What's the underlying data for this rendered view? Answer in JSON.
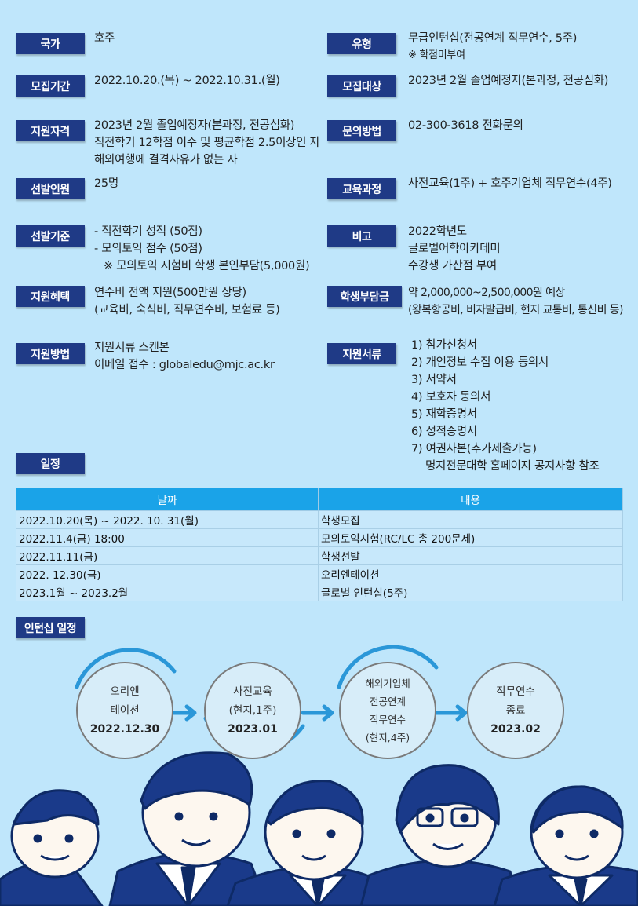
{
  "info": {
    "country": {
      "label": "국가",
      "value": [
        "호주"
      ]
    },
    "type": {
      "label": "유형",
      "value": [
        "무급인턴십(전공연계 직무연수, 5주)",
        "※ 학점미부여"
      ]
    },
    "period": {
      "label": "모집기간",
      "value": [
        "2022.10.20.(목) ~ 2022.10.31.(월)"
      ]
    },
    "target": {
      "label": "모집대상",
      "value": [
        "2023년 2월 졸업예정자(본과정, 전공심화)"
      ]
    },
    "qualification": {
      "label": "지원자격",
      "value": [
        "2023년 2월 졸업예정자(본과정, 전공심화)",
        "직전학기 12학점 이수 및 평균학점 2.5이상인 자",
        "해외여행에 결격사유가 없는 자"
      ]
    },
    "contact": {
      "label": "문의방법",
      "value": [
        "02-300-3618 전화문의"
      ]
    },
    "count": {
      "label": "선발인원",
      "value": [
        "25명"
      ]
    },
    "course": {
      "label": "교육과정",
      "value": [
        "사전교육(1주) + 호주기업체 직무연수(4주)"
      ]
    },
    "criteria": {
      "label": "선발기준",
      "value": [
        "- 직전학기 성적 (50점)",
        "- 모의토익 점수 (50점)",
        "※ 모의토익 시험비 학생 본인부담(5,000원)"
      ]
    },
    "remark": {
      "label": "비고",
      "value": [
        "2022학년도",
        "글로벌어학아카데미",
        "수강생 가산점 부여"
      ]
    },
    "benefit": {
      "label": "지원혜택",
      "value": [
        "연수비 전액 지원(500만원 상당)",
        "(교육비, 숙식비, 직무연수비, 보험료 등)"
      ]
    },
    "student_cost": {
      "label": "학생부담금",
      "value": [
        "약 2,000,000~2,500,000원 예상",
        "(왕복항공비, 비자발급비, 현지 교통비, 통신비 등)"
      ]
    },
    "method": {
      "label": "지원방법",
      "value": [
        "지원서류 스캔본",
        "이메일 접수 : globaledu@mjc.ac.kr"
      ]
    },
    "documents": {
      "label": "지원서류",
      "value": [
        "1) 참가신청서",
        "2) 개인정보 수집 이용 동의서",
        "3) 서약서",
        "4) 보호자 동의서",
        "5) 재학증명서",
        "6) 성적증명서",
        "7) 여권사본(추가제출가능)",
        "명지전문대학 홈페이지 공지사항 참조"
      ]
    }
  },
  "schedule": {
    "label": "일정",
    "headers": [
      "날짜",
      "내용"
    ],
    "rows": [
      [
        "2022.10.20(목) ~ 2022. 10. 31(월)",
        "학생모집"
      ],
      [
        "2022.11.4(금) 18:00",
        "모의토익시험(RC/LC 총 200문제)"
      ],
      [
        "2022.11.11(금)",
        "학생선발"
      ],
      [
        "2022. 12.30(금)",
        "오리엔테이션"
      ],
      [
        "2023.1월 ~ 2023.2월",
        "글로벌 인턴십(5주)"
      ]
    ]
  },
  "internship": {
    "label": "인턴십 일정",
    "steps": [
      {
        "lines": [
          "오리엔",
          "테이션"
        ],
        "date": "2022.12.30"
      },
      {
        "lines": [
          "사전교육",
          "(현지,1주)"
        ],
        "date": "2023.01"
      },
      {
        "lines": [
          "해외기업체",
          "전공연계",
          "직무연수",
          "(현지,4주)"
        ],
        "date": ""
      },
      {
        "lines": [
          "직무연수",
          "종료"
        ],
        "date": "2023.02"
      }
    ]
  },
  "colors": {
    "badge": "#1f3a86",
    "background": "#bfe6fb",
    "table_header": "#1aa3e8",
    "arrow": "#2a97d8"
  }
}
